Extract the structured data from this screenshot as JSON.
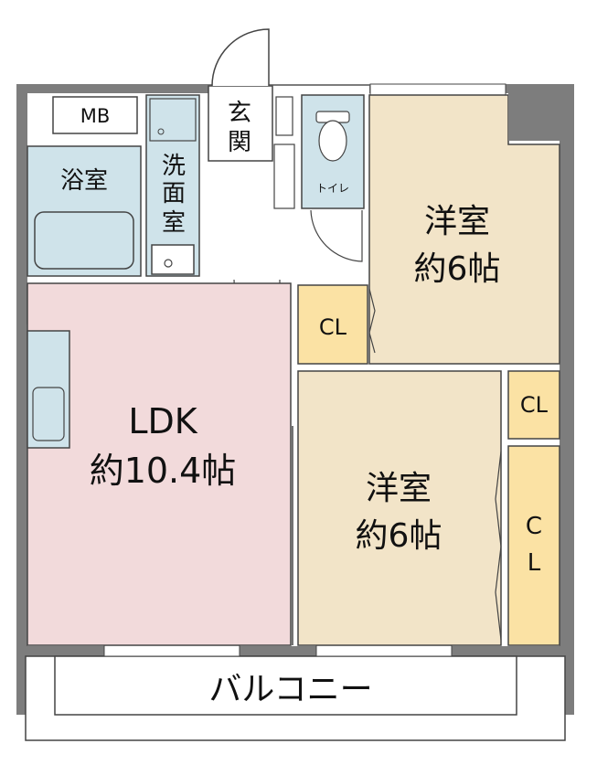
{
  "floor_plan": {
    "colors": {
      "wall": "#7d7d7d",
      "ldk": "#f2dadb",
      "western_room": "#f2e4c8",
      "closet": "#fbe2a4",
      "wet_area": "#cfe3ea",
      "corridor": "#ffffff",
      "outline": "#444444"
    },
    "rooms": {
      "mb": "MB",
      "bath": "浴室",
      "washroom": [
        "洗",
        "面",
        "室"
      ],
      "entrance": [
        "玄",
        "関"
      ],
      "toilet": "トイレ",
      "room1": {
        "name": "洋室",
        "size": "約6帖"
      },
      "ldk": {
        "name": "LDK",
        "size": "約10.4帖"
      },
      "room2": {
        "name": "洋室",
        "size": "約6帖"
      },
      "closet1": "CL",
      "closet2": "CL",
      "closet3": [
        "C",
        "L"
      ],
      "balcony": "バルコニー"
    }
  }
}
